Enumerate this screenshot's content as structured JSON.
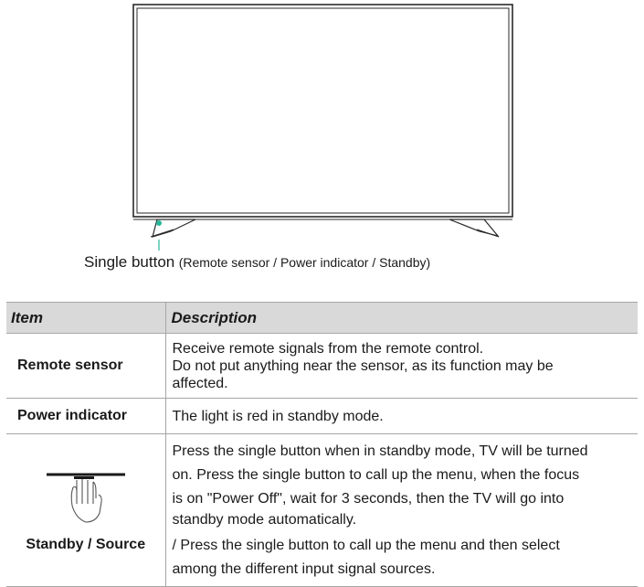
{
  "figure": {
    "caption_main": "Single button",
    "caption_sub": "(Remote sensor / Power indicator / Standby)",
    "icons": {
      "tv": "tv-outline-icon",
      "sensor": "sensor-dot-icon",
      "hand": "hand-pressing-button-icon"
    },
    "colors": {
      "sensor": "#27b89a",
      "line": "#2a2a2a"
    }
  },
  "table": {
    "headers": {
      "item": "Item",
      "description": "Description"
    },
    "header_bg": "#d9d9d9",
    "rows": [
      {
        "item": "Remote sensor",
        "description": [
          "Receive remote signals from the remote control.",
          "Do not put anything near the sensor, as its function may be",
          "affected."
        ]
      },
      {
        "item": "Power indicator",
        "description": [
          "The light is red in standby mode."
        ]
      },
      {
        "item": "Standby / Source",
        "description": [
          "Press the single button when in standby mode, TV will be turned",
          "on. Press the single button to call up the menu, when the focus",
          "is on \"Power Off\", wait for 3 seconds, then the TV will go into",
          "standby mode automatically.",
          "/ Press the single button to call up the menu and then select",
          "among the different input signal sources."
        ]
      }
    ]
  }
}
